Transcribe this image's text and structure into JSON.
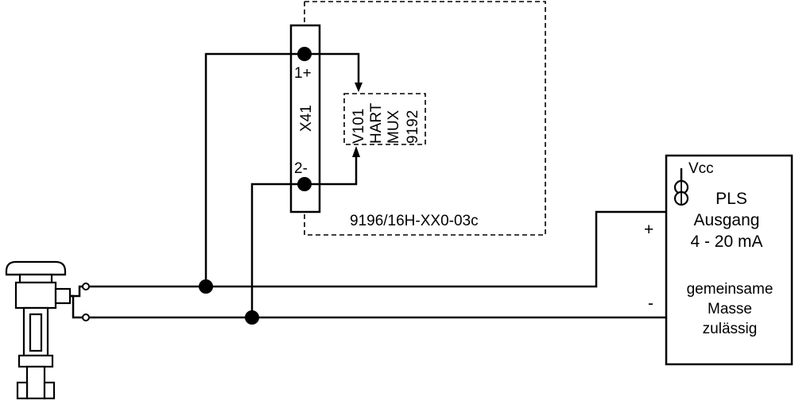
{
  "terminal_block": {
    "name": "X41",
    "terminal_plus": "1+",
    "terminal_minus": "2-"
  },
  "hart_mux": {
    "line1": "V101",
    "line2": "HART",
    "line3": "MUX",
    "line4": "9192"
  },
  "module_label": "9196/16H-XX0-03c",
  "pls_box": {
    "vcc": "Vcc",
    "line1": "PLS",
    "line2": "Ausgang",
    "line3": "4 - 20 mA",
    "line4": "gemeinsame",
    "line5": "Masse",
    "line6": "zulässig",
    "plus": "+",
    "minus": "-"
  }
}
